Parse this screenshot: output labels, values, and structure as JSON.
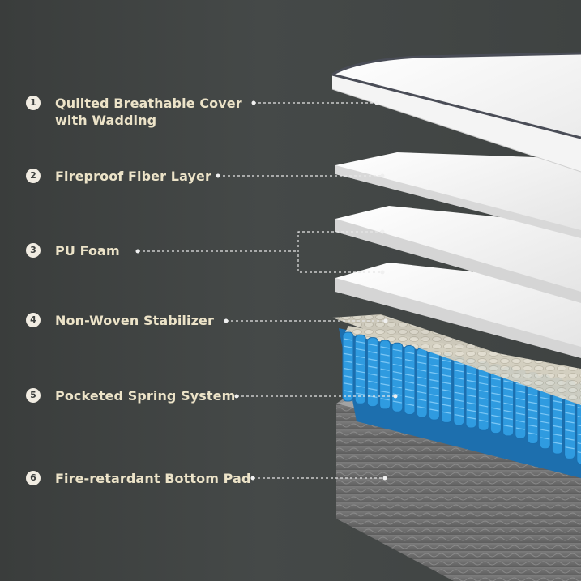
{
  "layers": [
    {
      "number": "1",
      "label": "Quilted Breathable Cover\nwith Wadding"
    },
    {
      "number": "2",
      "label": "Fireproof Fiber Layer"
    },
    {
      "number": "3",
      "label": "PU Foam"
    },
    {
      "number": "4",
      "label": "Non-Woven Stabilizer"
    },
    {
      "number": "5",
      "label": "Pocketed Spring System"
    },
    {
      "number": "6",
      "label": "Fire-retardant Bottom Pad"
    }
  ],
  "colors": {
    "background": "#414544",
    "label_text": "#ece3c8",
    "badge_fill": "#f1ece2",
    "foam_white": "#f2f2f2",
    "spring_blue": "#2f9be0",
    "bottom_pad_gray": "#8a8a8a",
    "stabilizer_beige": "#cfcab9"
  }
}
